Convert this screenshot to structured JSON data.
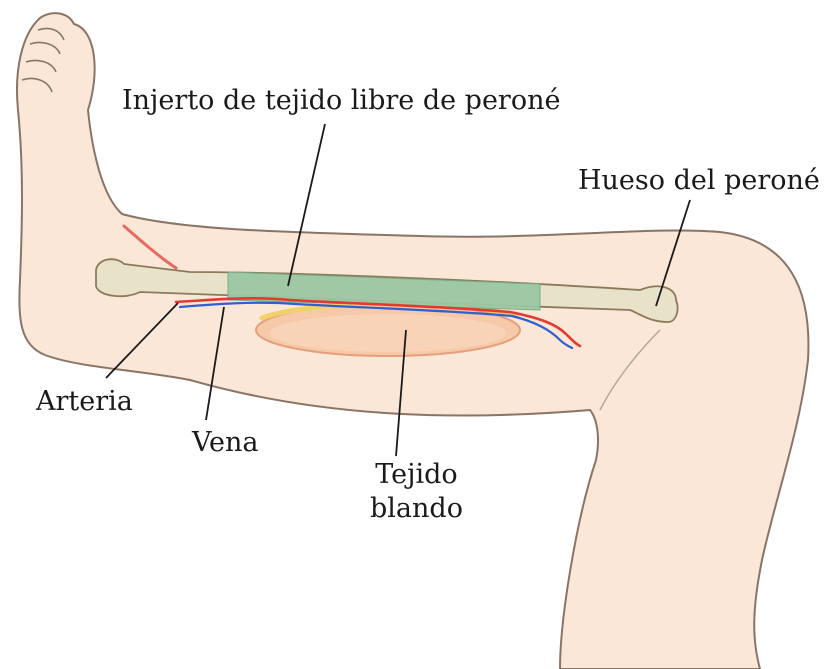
{
  "labels": {
    "graft": "Injerto de tejido libre de peroné",
    "fibula_bone": "Hueso del peroné",
    "artery": "Arteria",
    "vein": "Vena",
    "soft_tissue_line1": "Tejido",
    "soft_tissue_line2": "blando"
  },
  "colors": {
    "skin": "#fbe7d7",
    "skin_outline": "#8a7466",
    "bone": "#e8e3c8",
    "graft": "#9cc7a4",
    "soft_tissue": "#f6c9a8",
    "artery": "#e33a2f",
    "vein": "#2f5fd0",
    "leader": "#1a1a1a"
  }
}
